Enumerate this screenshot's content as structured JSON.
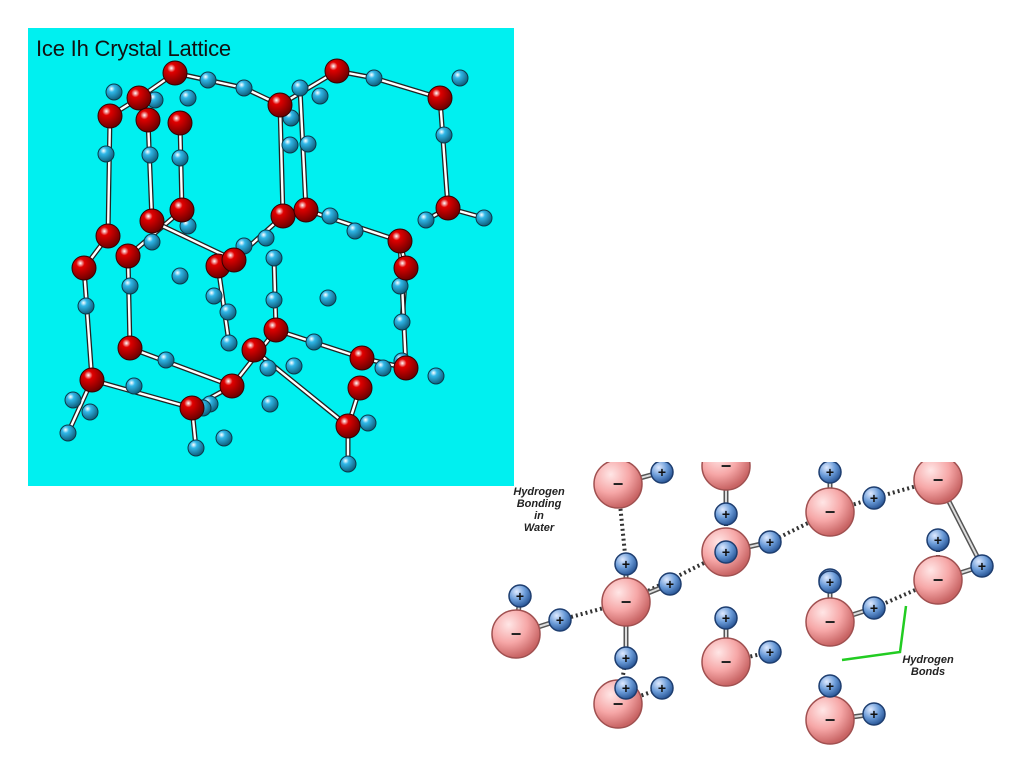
{
  "ice_lattice": {
    "title": "Ice Ih Crystal Lattice",
    "background_color": "#00F0F0",
    "oxygen_color": "#E00000",
    "hydrogen_color": "#30B8E8",
    "oxygen_atoms": "red-sphere-icon",
    "hydrogen_atoms": "blue-sphere-icon"
  },
  "hydrogen_bonding": {
    "title": "Hydrogen Bonding in Water",
    "title_lines": [
      "Hydrogen",
      "Bonding",
      "in",
      "Water"
    ],
    "bond_label_lines": [
      "Hydrogen",
      "Bonds"
    ],
    "oxygen_symbol": "−",
    "hydrogen_symbol": "+",
    "oxygen_color": "#F6A7A7",
    "hydrogen_color": "#6A9BD8",
    "bond_marker_color": "#22CC22"
  }
}
